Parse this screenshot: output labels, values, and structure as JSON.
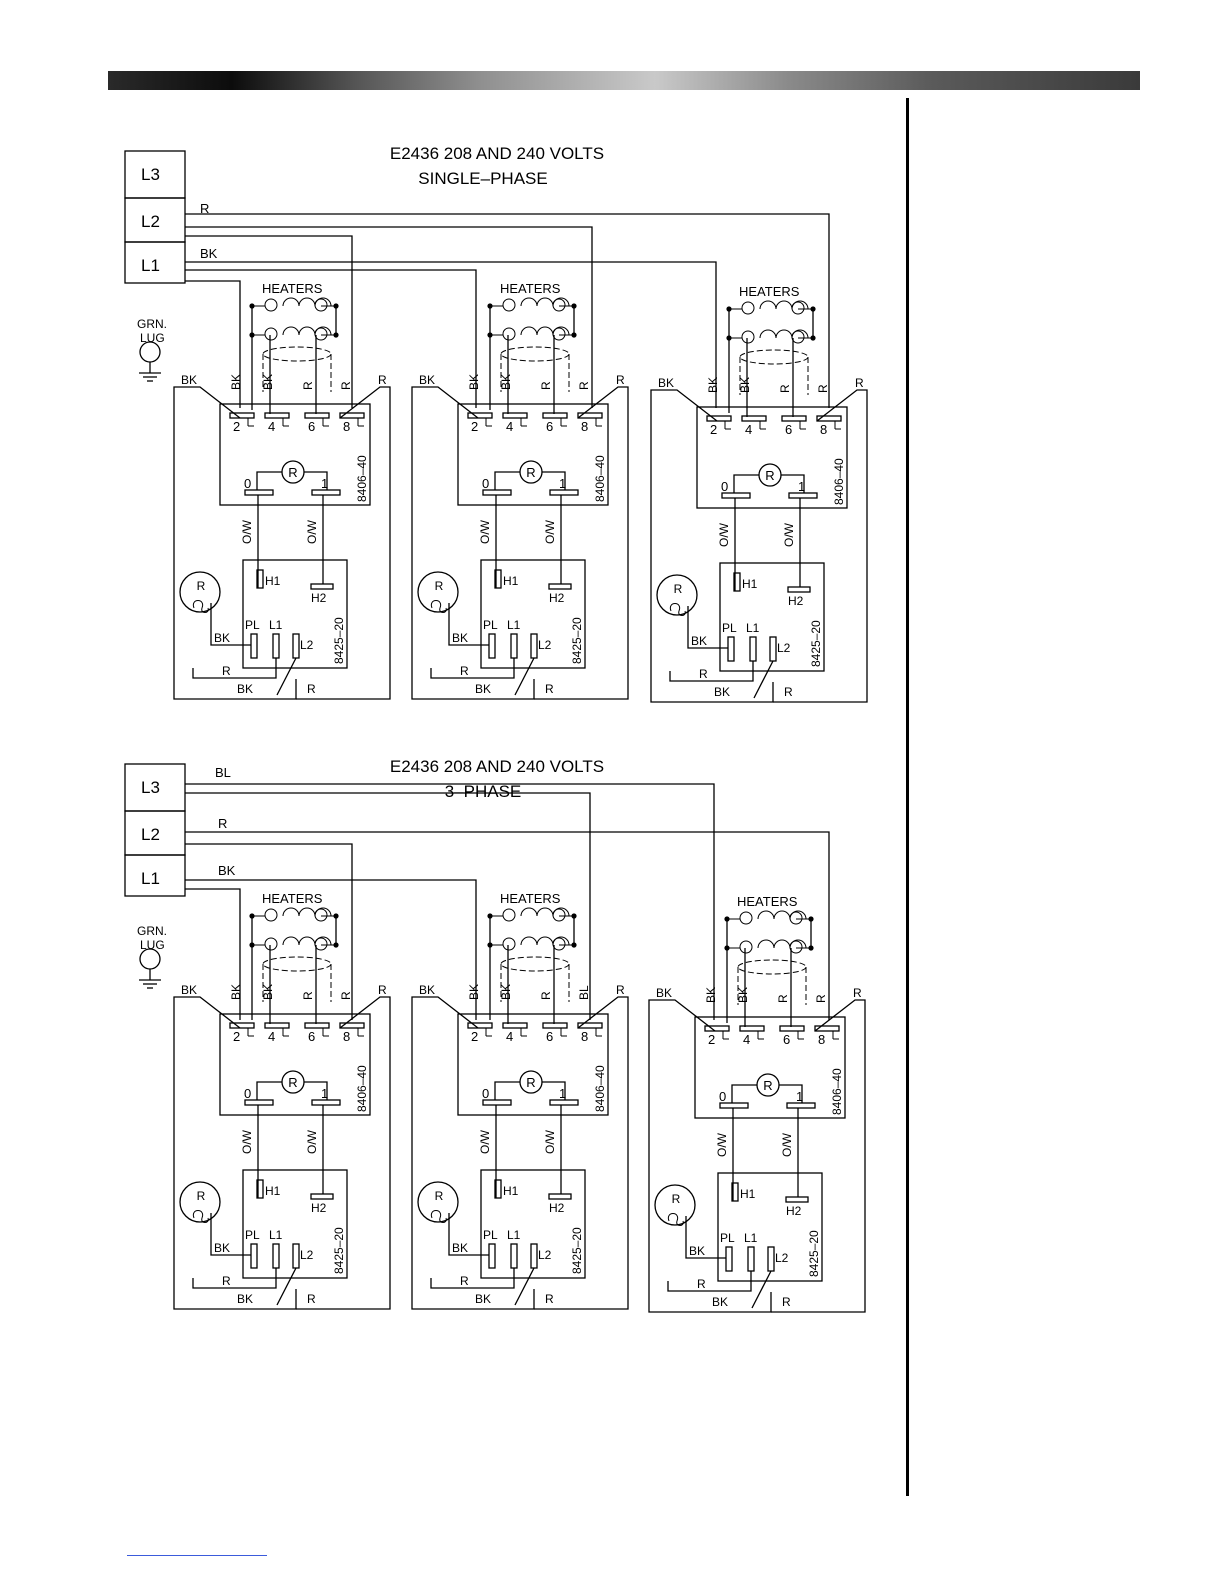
{
  "sections": [
    {
      "title_line1": "E2436  208  AND 240  VOLTS",
      "title_line2": "SINGLE–PHASE",
      "supply_terminals": [
        "L3",
        "L2",
        "L1"
      ],
      "supply_wire_labels": {
        "top": "R",
        "bottom": "BK"
      }
    },
    {
      "title_line1": "E2436  208  AND 240  VOLTS",
      "title_line2": "3–PHASE",
      "supply_terminals": [
        "L3",
        "L2",
        "L1"
      ],
      "supply_wire_labels": {
        "top": "BL",
        "middle": "R",
        "bottom": "BK"
      }
    }
  ],
  "ground": {
    "line1": "GRN.",
    "line2": "LUG"
  },
  "module": {
    "heaters_label": "HEATERS",
    "switch_part": "8406–40",
    "switch_terminals": [
      "2",
      "4",
      "6",
      "8"
    ],
    "pilot_label": "R",
    "pilot_terminals": [
      "0",
      "1"
    ],
    "thermostat_part": "8425–20",
    "thermostat_terminals": {
      "h1": "H1",
      "h2": "H2",
      "pl": "PL",
      "l1": "L1",
      "l2": "L2"
    },
    "lamp_label": "R",
    "wire_labels": {
      "ow": "O/W",
      "bk": "BK",
      "r": "R",
      "bl": "BL"
    }
  }
}
